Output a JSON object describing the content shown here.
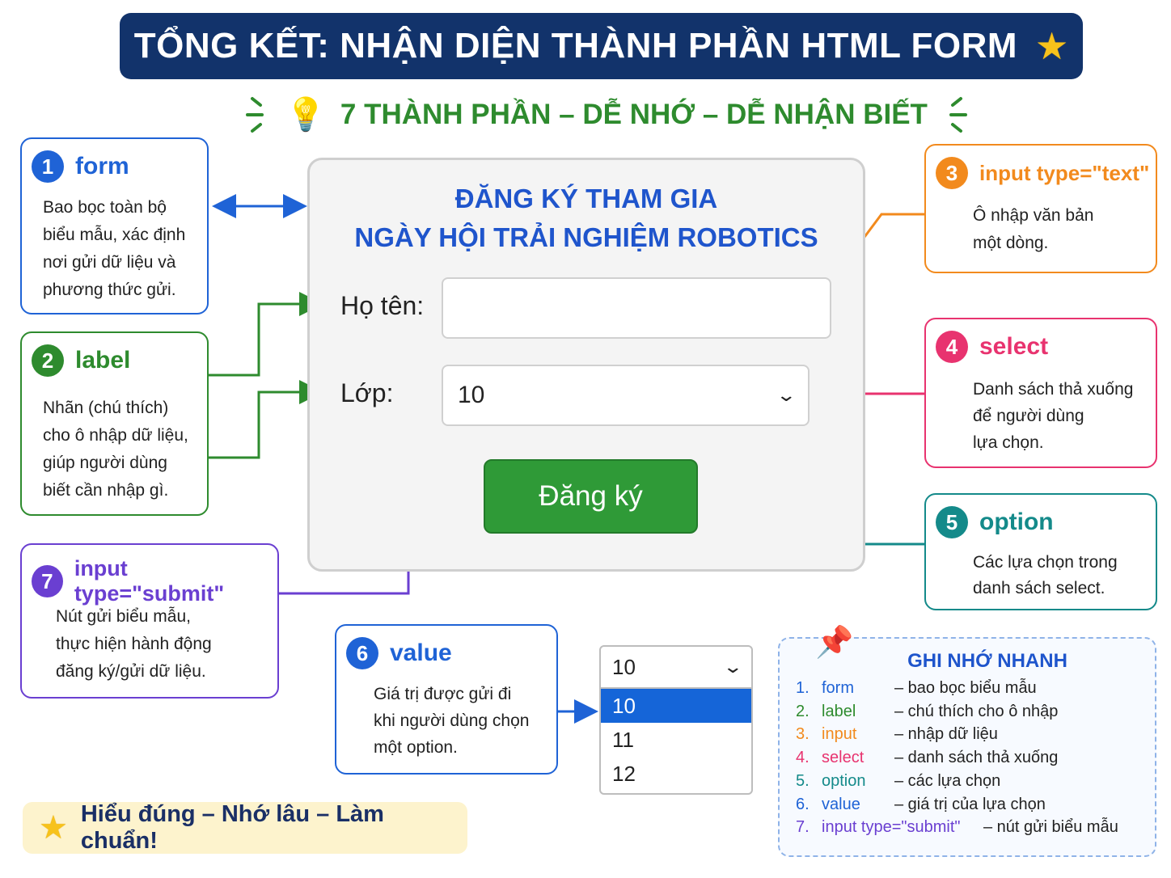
{
  "header": {
    "title": "TỔNG KẾT: NHẬN DIỆN THÀNH PHẦN HTML FORM",
    "icon": "star-icon"
  },
  "subtitle": {
    "text": "7 THÀNH PHẦN – DỄ NHỚ – DỄ NHẬN BIẾT",
    "icon": "lightbulb-icon"
  },
  "cards": {
    "form": {
      "num": "1",
      "name": "form",
      "desc": "Bao bọc toàn bộ\nbiểu mẫu, xác định\nnơi gửi dữ liệu và\nphương thức gửi.",
      "color": "#1f63d6"
    },
    "label": {
      "num": "2",
      "name": "label",
      "desc": "Nhãn (chú thích)\ncho ô nhập dữ liệu,\ngiúp người dùng\nbiết cần nhập gì.",
      "color": "#2e8b2e"
    },
    "input_text": {
      "num": "3",
      "name": "input type=\"text\"",
      "desc": "Ô nhập văn bản\nmột dòng.",
      "color": "#f28a1d"
    },
    "select": {
      "num": "4",
      "name": "select",
      "desc": "Danh sách thả xuống\nđể người dùng\nlựa chọn.",
      "color": "#e8336f"
    },
    "option": {
      "num": "5",
      "name": "option",
      "desc": "Các lựa chọn trong\ndanh sách select.",
      "color": "#148a8a"
    },
    "value": {
      "num": "6",
      "name": "value",
      "desc": "Giá trị được gửi đi\nkhi người dùng chọn\nmột option.",
      "color": "#1f63d6"
    },
    "submit": {
      "num": "7",
      "name": "input type=\"submit\"",
      "desc": "Nút gửi biểu mẫu,\nthực hiện hành động\nđăng ký/gửi dữ liệu.",
      "color": "#6a3fd1"
    }
  },
  "form_demo": {
    "title": "ĐĂNG KÝ THAM GIA\nNGÀY HỘI TRẢI NGHIỆM ROBOTICS",
    "name_label": "Họ tên:",
    "name_value": "",
    "class_label": "Lớp:",
    "class_value": "10",
    "submit_label": "Đăng ký"
  },
  "dropdown_demo": {
    "selected": "10",
    "options": [
      "10",
      "11",
      "12"
    ],
    "highlight_color": "#1565d8"
  },
  "slogan": {
    "text": "Hiểu đúng – Nhớ lâu – Làm chuẩn!",
    "icon": "star-icon"
  },
  "memo": {
    "title": "GHI NHỚ NHANH",
    "icon": "pushpin-icon",
    "items": [
      {
        "n": "1.",
        "key": "form",
        "desc": "– bao bọc biểu mẫu",
        "color": "#1f63d6"
      },
      {
        "n": "2.",
        "key": "label",
        "desc": "– chú thích cho ô nhập",
        "color": "#2e8b2e"
      },
      {
        "n": "3.",
        "key": "input",
        "desc": "– nhập dữ liệu",
        "color": "#f28a1d"
      },
      {
        "n": "4.",
        "key": "select",
        "desc": "– danh sách thả xuống",
        "color": "#e8336f"
      },
      {
        "n": "5.",
        "key": "option",
        "desc": "– các lựa chọn",
        "color": "#148a8a"
      },
      {
        "n": "6.",
        "key": "value",
        "desc": "– giá trị của lựa chọn",
        "color": "#1f63d6"
      },
      {
        "n": "7.",
        "key": "input type=\"submit\"",
        "desc": "– nút gửi biểu mẫu",
        "color": "#6a3fd1"
      }
    ]
  }
}
